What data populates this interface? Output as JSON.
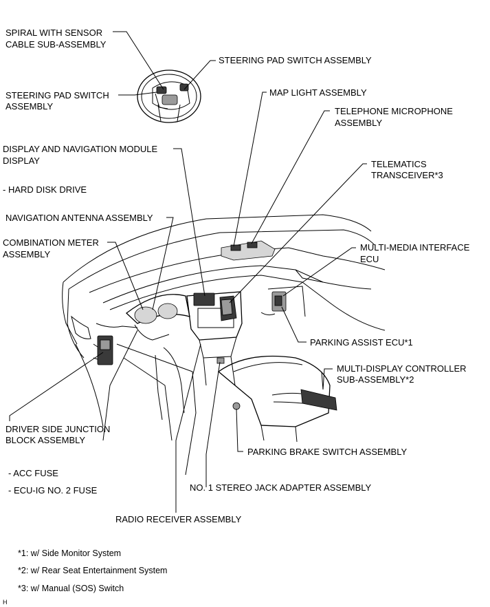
{
  "labels": {
    "spiral_l1": "SPIRAL WITH SENSOR",
    "spiral_l2": "CABLE SUB-ASSEMBLY",
    "steer_pad_right": "STEERING PAD SWITCH ASSEMBLY",
    "steer_pad_left_l1": "STEERING PAD SWITCH",
    "steer_pad_left_l2": "ASSEMBLY",
    "map_light": "MAP LIGHT ASSEMBLY",
    "tel_mic_l1": "TELEPHONE MICROPHONE",
    "tel_mic_l2": "ASSEMBLY",
    "disp_nav_l1": "DISPLAY AND NAVIGATION MODULE",
    "disp_nav_l2": "DISPLAY",
    "hard_disk": "- HARD DISK DRIVE",
    "telematics_l1": "TELEMATICS",
    "telematics_l2": "TRANSCEIVER*3",
    "nav_antenna": "NAVIGATION ANTENNA ASSEMBLY",
    "comb_meter_l1": "COMBINATION METER",
    "comb_meter_l2": "ASSEMBLY",
    "mmi_ecu_l1": "MULTI-MEDIA INTERFACE",
    "mmi_ecu_l2": "ECU",
    "parking_assist": "PARKING ASSIST ECU*1",
    "multi_disp_l1": "MULTI-DISPLAY CONTROLLER",
    "multi_disp_l2": "SUB-ASSEMBLY*2",
    "driver_jb_l1": "DRIVER SIDE JUNCTION",
    "driver_jb_l2": "BLOCK ASSEMBLY",
    "parking_brake": "PARKING BRAKE SWITCH ASSEMBLY",
    "acc_fuse": "- ACC FUSE",
    "ecu_ig_fuse": "- ECU-IG NO. 2 FUSE",
    "stereo_jack": "NO. 1 STEREO JACK ADAPTER ASSEMBLY",
    "radio": "RADIO RECEIVER ASSEMBLY"
  },
  "notes": {
    "n1": "*1: w/ Side Monitor System",
    "n2": "*2: w/ Rear Seat Entertainment System",
    "n3": "*3: w/ Manual (SOS) Switch"
  },
  "corner_mark": "H"
}
